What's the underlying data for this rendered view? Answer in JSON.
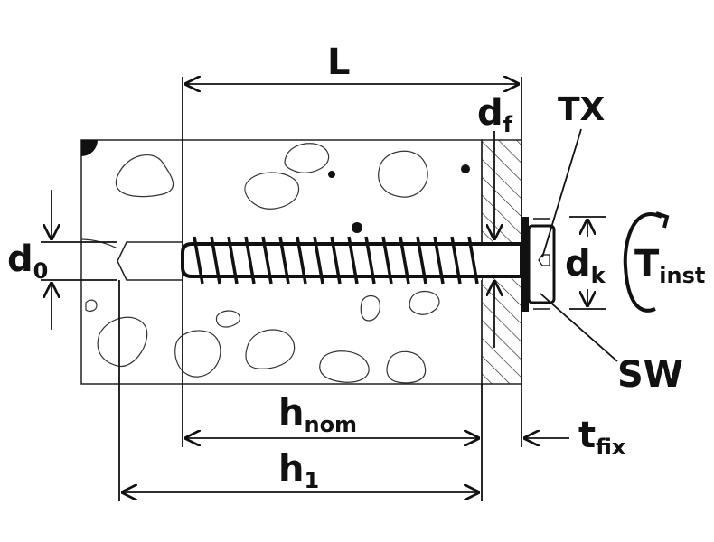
{
  "labels": {
    "L": {
      "main": "L"
    },
    "df": {
      "main": "d",
      "sub": "f"
    },
    "tx": {
      "main": "TX"
    },
    "d0": {
      "main": "d",
      "sub": "0"
    },
    "dk": {
      "main": "d",
      "sub": "k"
    },
    "tinst": {
      "main": "T",
      "sub": "inst"
    },
    "sw": {
      "main": "SW"
    },
    "hnom": {
      "main": "h",
      "sub": "nom"
    },
    "h1": {
      "main": "h",
      "sub": "1"
    },
    "tfix": {
      "main": "t",
      "sub": "fix"
    }
  },
  "colors": {
    "line": "#111111",
    "background": "#ffffff"
  }
}
